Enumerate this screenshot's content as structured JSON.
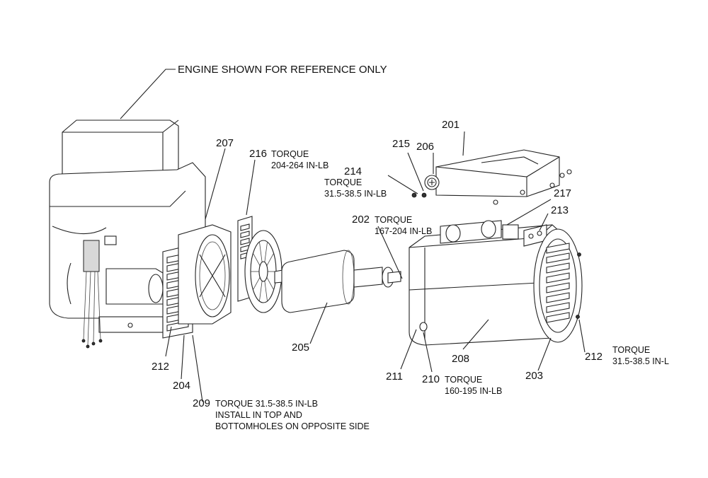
{
  "header_note": "ENGINE SHOWN FOR REFERENCE ONLY",
  "callouts": [
    {
      "id": "201",
      "number": "201"
    },
    {
      "id": "202",
      "number": "202",
      "torque": "TORQUE",
      "value": "167-204 IN-LB"
    },
    {
      "id": "203",
      "number": "203"
    },
    {
      "id": "204",
      "number": "204"
    },
    {
      "id": "205",
      "number": "205"
    },
    {
      "id": "206",
      "number": "206"
    },
    {
      "id": "207",
      "number": "207"
    },
    {
      "id": "208",
      "number": "208"
    },
    {
      "id": "209",
      "number": "209",
      "torque": "TORQUE 31.5-38.5 IN-LB",
      "line2": "INSTALL IN TOP AND",
      "line3": "BOTTOMHOLES ON OPPOSITE SIDE"
    },
    {
      "id": "210",
      "number": "210",
      "torque": "TORQUE",
      "value": "160-195 IN-LB"
    },
    {
      "id": "211",
      "number": "211"
    },
    {
      "id": "212a",
      "number": "212"
    },
    {
      "id": "212b",
      "number": "212",
      "torque": "TORQUE",
      "value": "31.5-38.5 IN-L"
    },
    {
      "id": "213",
      "number": "213"
    },
    {
      "id": "214",
      "number": "214",
      "torque": "TORQUE",
      "value": "31.5-38.5 IN-LB"
    },
    {
      "id": "215",
      "number": "215"
    },
    {
      "id": "216",
      "number": "216",
      "torque": "TORQUE",
      "value": "204-264 IN-LB"
    },
    {
      "id": "217",
      "number": "217"
    }
  ]
}
